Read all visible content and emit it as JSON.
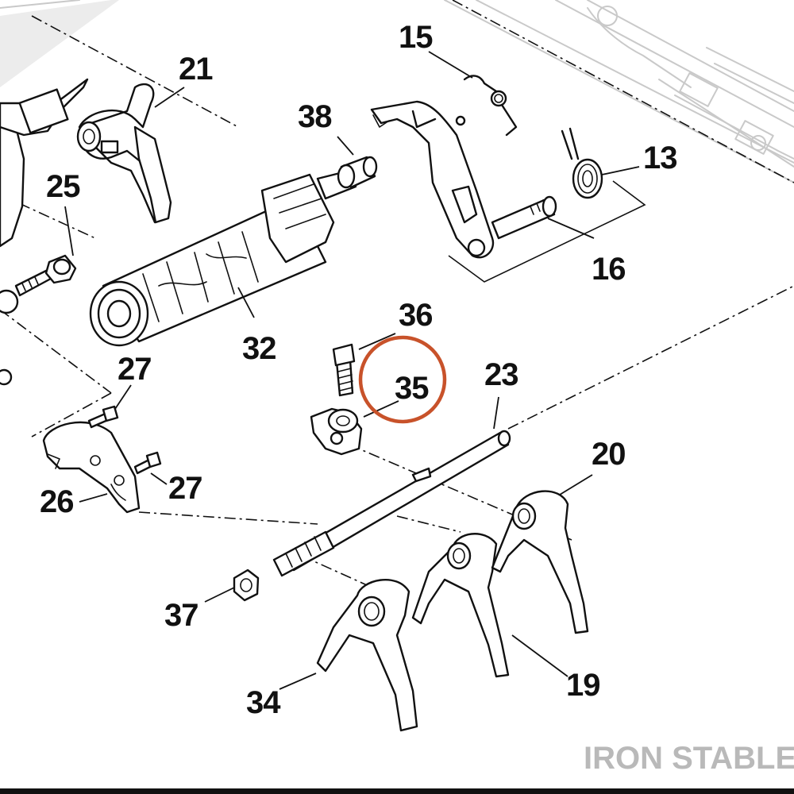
{
  "diagram": {
    "callouts": [
      {
        "id": "21",
        "text": "21"
      },
      {
        "id": "15",
        "text": "15"
      },
      {
        "id": "38",
        "text": "38"
      },
      {
        "id": "25",
        "text": "25"
      },
      {
        "id": "13",
        "text": "13"
      },
      {
        "id": "16",
        "text": "16"
      },
      {
        "id": "36",
        "text": "36"
      },
      {
        "id": "32",
        "text": "32"
      },
      {
        "id": "27a",
        "text": "27"
      },
      {
        "id": "35",
        "text": "35"
      },
      {
        "id": "23",
        "text": "23"
      },
      {
        "id": "20",
        "text": "20"
      },
      {
        "id": "27b",
        "text": "27"
      },
      {
        "id": "26",
        "text": "26"
      },
      {
        "id": "37",
        "text": "37"
      },
      {
        "id": "19",
        "text": "19"
      },
      {
        "id": "34",
        "text": "34"
      }
    ],
    "highlight": {
      "target": "35",
      "color": "#c8522a"
    },
    "watermark": "IRON STABLE"
  }
}
